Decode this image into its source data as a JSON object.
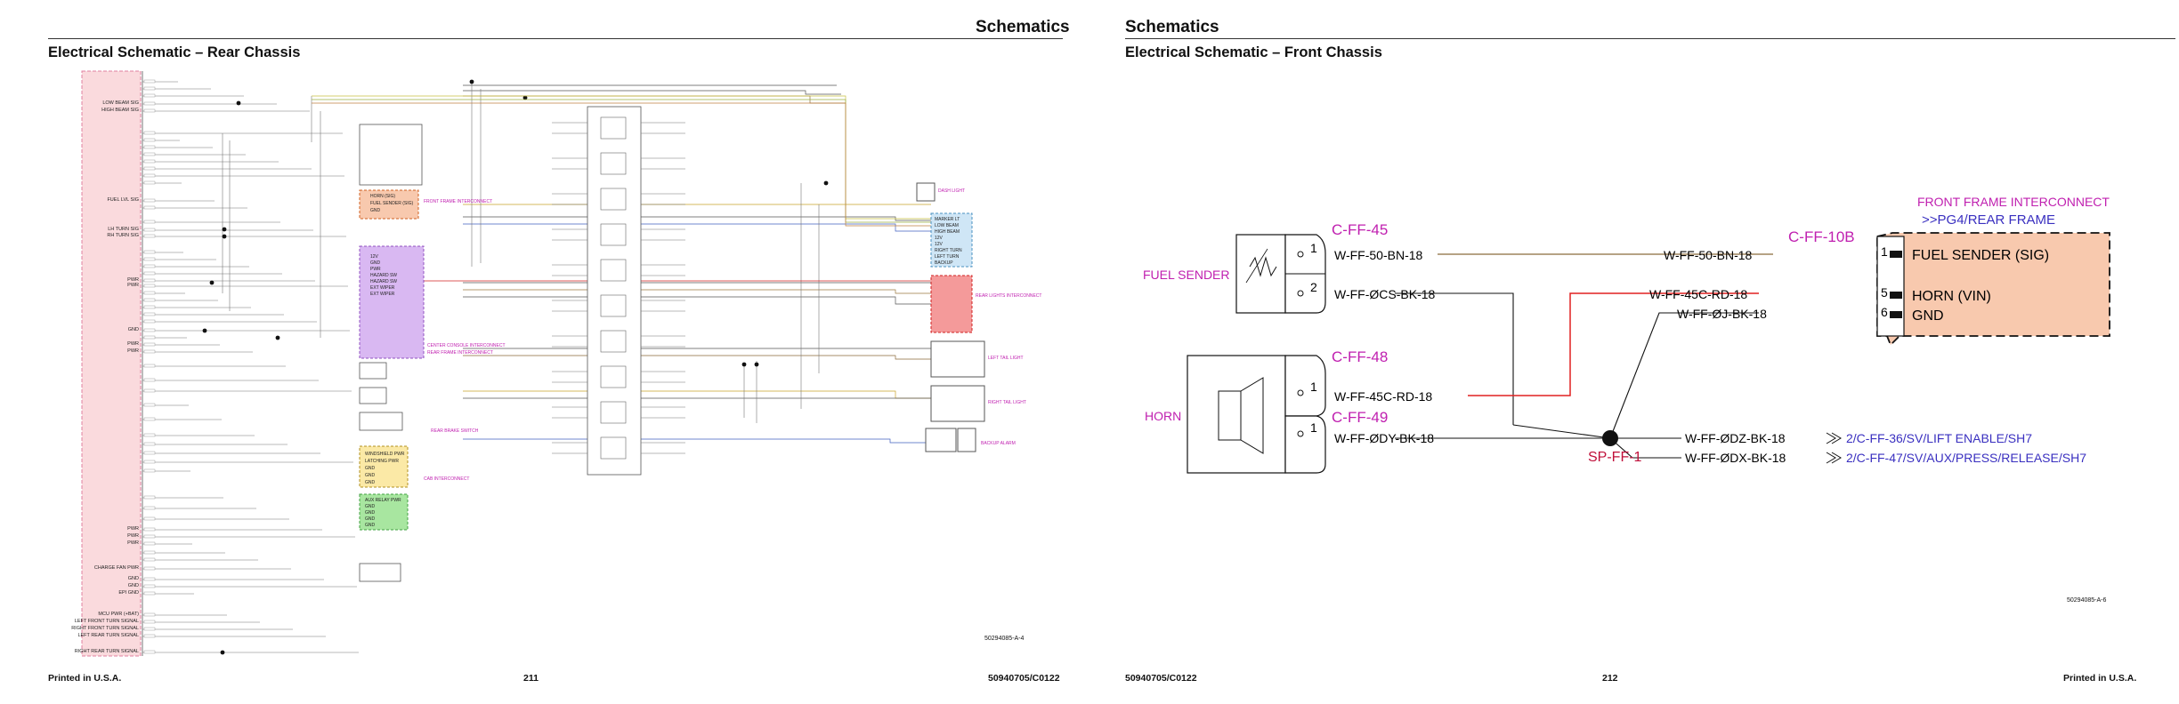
{
  "left_page": {
    "header": "Schematics",
    "title": "Electrical Schematic – Rear Chassis",
    "footer_left": "Printed in U.S.A.",
    "footer_center": "211",
    "footer_right": "50940705/C0122",
    "doc_id": "50294085-A-4",
    "left_labels": [
      "LOW BEAM SIG",
      "HIGH BEAM SIG",
      "FUEL LVL SIG",
      "LH TURN SIG",
      "RH TURN SIG",
      "PWR",
      "PWR",
      "GND",
      "PWR",
      "PWR",
      "PWR",
      "PWR",
      "PWR",
      "CHARGE FAN PWR",
      "GND",
      "GND",
      "EPI GND",
      "MCU PWR (+BAT)",
      "LEFT FRONT TURN SIGNAL",
      "RIGHT FRONT TURN SIGNAL",
      "LEFT REAR TURN SIGNAL",
      "RIGHT REAR TURN SIGNAL"
    ],
    "boxes": {
      "orange_box": [
        "HORN (SIG)",
        "FUEL SENDER (SIG)",
        "GND"
      ],
      "purple_box": [
        "12V",
        "GND",
        "PWR",
        "HAZARD SW",
        "HAZARD SW",
        "EXT WIPER",
        "EXT WIPER"
      ],
      "yellow_box": [
        "WINDSHIELD PWR",
        "LATCHING PWR",
        "GND",
        "GND",
        "GND"
      ],
      "green_box": [
        "AUX RELAY PWR",
        "GND",
        "GND",
        "GND",
        "GND"
      ],
      "upper_box": [
        "MARKER LT",
        "LOW BEAM",
        "HIGH BEAM",
        "12V",
        "12V",
        "RIGHT TURN",
        "LEFT TURN",
        "BACKUP"
      ]
    },
    "side_notes": [
      "FRONT FRAME INTERCONNECT",
      "CENTER CONSOLE INTERCONNECT",
      "REAR FRAME INTERCONNECT",
      "REAR LIGHTS INTERCONNECT",
      "BACKUP ALARM",
      "LEFT TAIL LIGHT",
      "RIGHT TAIL LIGHT",
      "DASH LIGHT",
      "REAR BRAKE SWITCH",
      "CAB INTERCONNECT"
    ]
  },
  "right_page": {
    "header": "Schematics",
    "title": "Electrical Schematic – Front Chassis",
    "footer_left": "50940705/C0122",
    "footer_center": "212",
    "footer_right": "Printed in U.S.A.",
    "doc_id": "50294085-A-6",
    "components": {
      "fuel_sender": "FUEL SENDER",
      "horn": "HORN",
      "c_ff_45": "C-FF-45",
      "c_ff_48": "C-FF-48",
      "c_ff_49": "C-FF-49",
      "c_ff_10b": "C-FF-10B",
      "splice": "SP-FF-1",
      "interconnect_title": "FRONT FRAME INTERCONNECT",
      "interconnect_ref": ">>PG4/REAR FRAME"
    },
    "pins": {
      "c45_p1": "1",
      "c45_p2": "2",
      "c48_p1": "1",
      "c49_p1": "1",
      "c10_p1": "1",
      "c10_p5": "5",
      "c10_p6": "6"
    },
    "wires": {
      "w1": "W-FF-50-BN-18",
      "w2": "W-FF-ØCS-BK-18",
      "w3": "W-FF-45C-RD-18",
      "w4": "W-FF-ØDY-BK-18",
      "w5": "W-FF-50-BN-18",
      "w6": "W-FF-45C-RD-18",
      "w7": "W-FF-ØJ-BK-18",
      "w8": "W-FF-ØDZ-BK-18",
      "w9": "W-FF-ØDX-BK-18"
    },
    "pin_functions": [
      "FUEL SENDER (SIG)",
      "HORN (VIN)",
      "GND"
    ],
    "refs": [
      "2/C-FF-36/SV/LIFT ENABLE/SH7",
      "2/C-FF-47/SV/AUX/PRESS/RELEASE/SH7"
    ],
    "colors": {
      "magenta": "#c020b0",
      "crimson": "#c0103a",
      "blue_ref": "#3a30c0",
      "brown_wire": "#8b6a3a",
      "red_wire": "#e02020",
      "peach_fill": "#f8c9ae"
    }
  }
}
